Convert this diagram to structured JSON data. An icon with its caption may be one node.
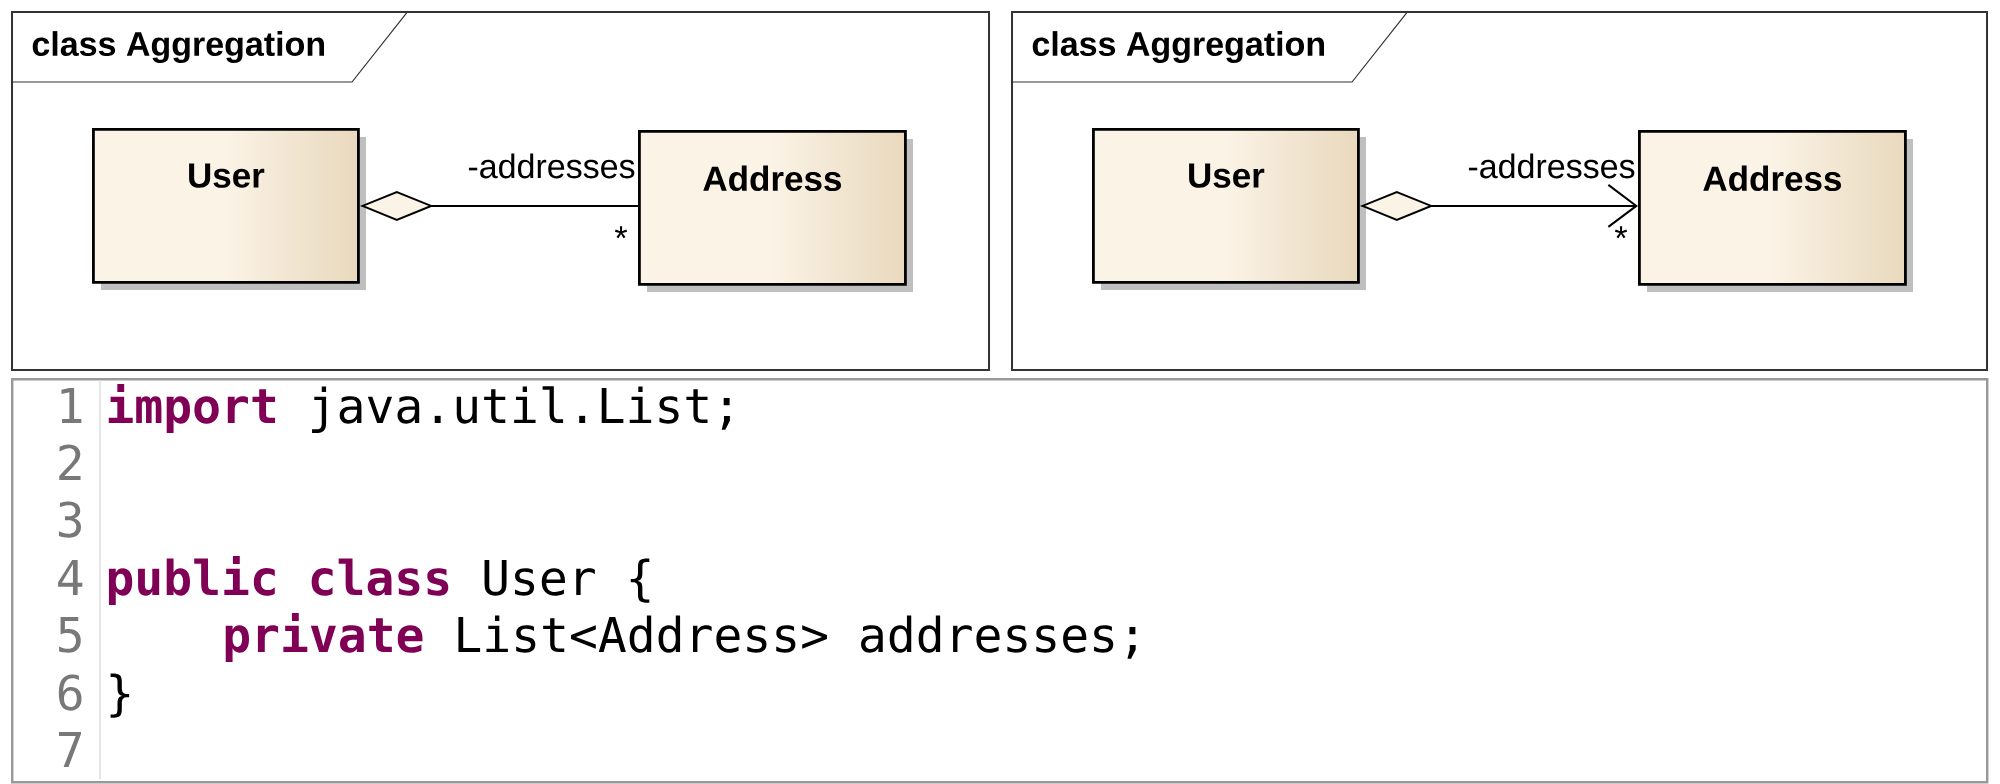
{
  "diagram": {
    "nodes": [
      {
        "text": [
          "class Aggregation"
        ]
      },
      {
        "text": [
          "User"
        ],
        "in": 0
      },
      {
        "text": [
          "Address"
        ],
        "in": 0
      },
      {
        "text": [
          "class Aggregation"
        ]
      },
      {
        "text": [
          "User"
        ],
        "in": 3
      },
      {
        "text": [
          "Address"
        ],
        "in": 3
      },
      {
        "text": [
          "**import** java.util.List;",
          "**public class** User {",
          "**private** List<Address> addresses;",
          "}"
        ]
      }
    ],
    "edges": [
      {
        "from": 1,
        "to": 2,
        "arrow": "other",
        "label": "-addresses"
      },
      {
        "from": 4,
        "to": 5,
        "arrow": "to",
        "label": "-addresses"
      }
    ],
    "labels": [
      "*",
      "*",
      "1",
      "2",
      "3",
      "4",
      "5",
      "6",
      "7"
    ]
  }
}
